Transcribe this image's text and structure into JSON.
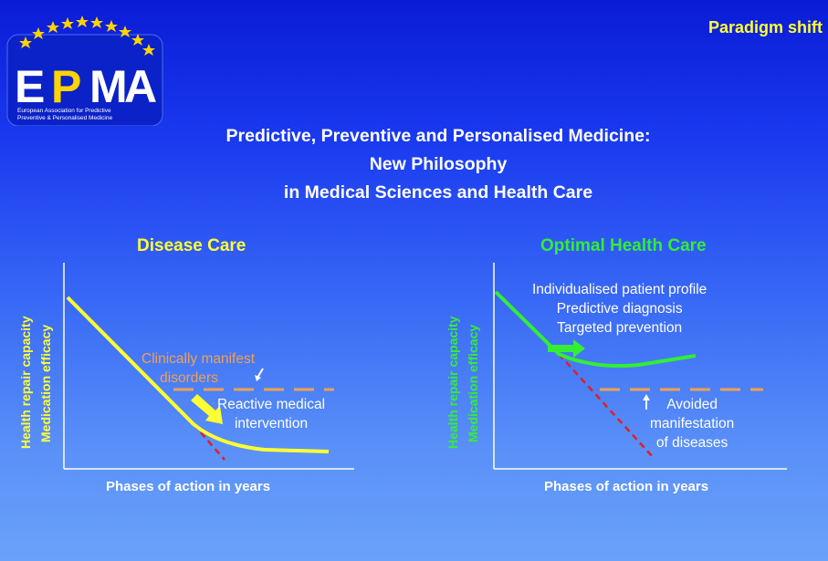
{
  "header": {
    "paradigm_label": "Paradigm shift",
    "title_lines": [
      "Predictive, Preventive and Personalised Medicine:",
      "New Philosophy",
      "in Medical Sciences and Health Care"
    ]
  },
  "logo": {
    "letters": "EPMA",
    "subtitle_line1": "European Association for Predictive",
    "subtitle_line2": "Preventive & Personalised Medicine"
  },
  "left_panel": {
    "title": "Disease Care",
    "ylabel_outer": "Health repair capacity",
    "ylabel_inner": "Medication efficacy",
    "xlabel": "Phases of action in years",
    "annotation_1": [
      "Clinically manifest",
      "disorders"
    ],
    "annotation_2": [
      "Reactive medical",
      "intervention"
    ]
  },
  "right_panel": {
    "title": "Optimal Health Care",
    "ylabel_outer": "Health repair capacity",
    "ylabel_inner": "Medication efficacy",
    "xlabel": "Phases of action in years",
    "annotation_1": [
      "Individualised patient profile",
      "Predictive diagnosis",
      "Targeted prevention"
    ],
    "annotation_2": [
      "Avoided",
      "manifestation",
      "of diseases"
    ]
  },
  "colors": {
    "yellow": "#ffff33",
    "green": "#33ee33",
    "orange": "#f0a050",
    "red": "#e02020",
    "star": "#ffd400"
  }
}
